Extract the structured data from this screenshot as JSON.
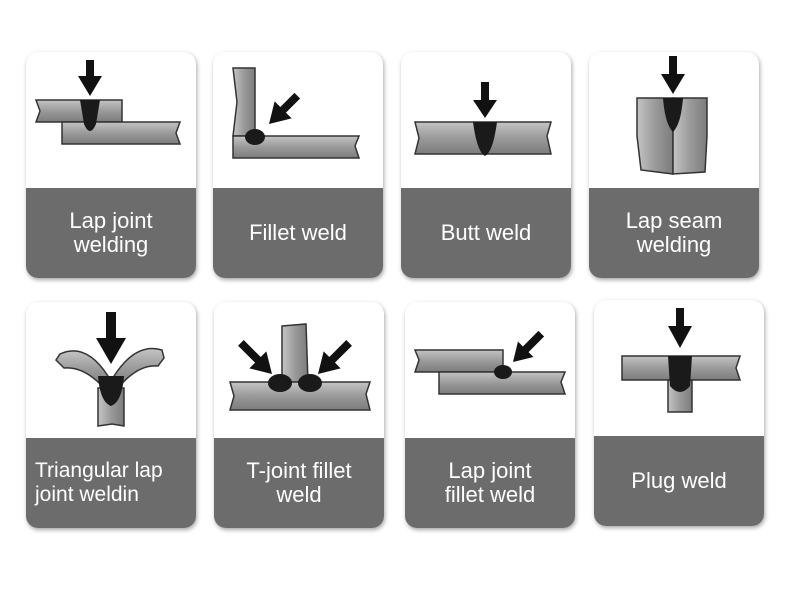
{
  "cards": [
    {
      "label": "Lap joint\nwelding"
    },
    {
      "label": "Fillet weld"
    },
    {
      "label": "Butt weld"
    },
    {
      "label": "Lap seam\nwelding"
    },
    {
      "label": "Triangular lap\njoint weldin"
    },
    {
      "label": "T-joint fillet\nweld"
    },
    {
      "label": "Lap joint\nfillet weld"
    },
    {
      "label": "Plug weld"
    }
  ],
  "colors": {
    "caption_bg": "#6c6c6c",
    "caption_text": "#ffffff",
    "metal": "#9a9a9a",
    "weld": "#1a1a1a"
  }
}
